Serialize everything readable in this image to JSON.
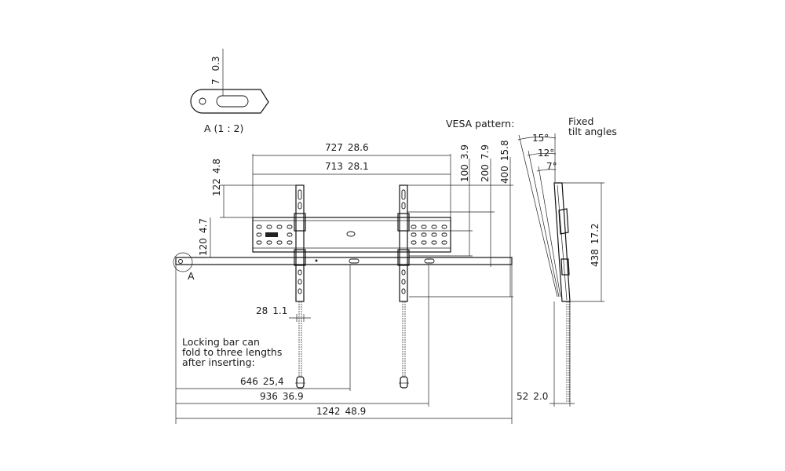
{
  "detail": {
    "label": "A (1 : 2)",
    "dim_value": "7",
    "dim_bracket": "0.3",
    "marker": "A"
  },
  "vesa": {
    "title": "VESA pattern:",
    "dims": [
      {
        "value": "100",
        "bracket": "3.9"
      },
      {
        "value": "200",
        "bracket": "7.9"
      },
      {
        "value": "400",
        "bracket": "15.8"
      }
    ]
  },
  "tilt": {
    "title_line1": "Fixed",
    "title_line2": "tilt angles",
    "angles": [
      "15°",
      "12°",
      "7°"
    ]
  },
  "front_dims": {
    "width_outer": {
      "value": "727",
      "bracket": "28.6"
    },
    "width_inner": {
      "value": "713",
      "bracket": "28.1"
    },
    "height_top": {
      "value": "122",
      "bracket": "4.8"
    },
    "height_mid": {
      "value": "120",
      "bracket": "4.7"
    },
    "arm_width": {
      "value": "28",
      "bracket": "1.1"
    }
  },
  "locking_bar": {
    "note_line1": "Locking bar can",
    "note_line2": "fold to three lengths",
    "note_line3": "after inserting:",
    "lengths": [
      {
        "value": "646",
        "bracket": "25,4"
      },
      {
        "value": "936",
        "bracket": "36.9"
      },
      {
        "value": "1242",
        "bracket": "48.9"
      }
    ]
  },
  "side_dims": {
    "height": {
      "value": "438",
      "bracket": "17.2"
    },
    "depth": {
      "value": "52",
      "bracket": "2.0"
    }
  }
}
